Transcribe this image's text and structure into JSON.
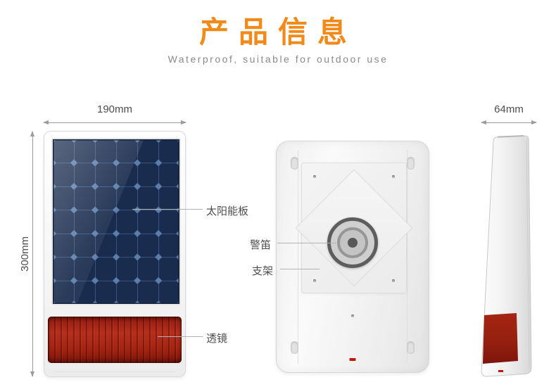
{
  "header": {
    "title": "产品信息",
    "subtitle": "Waterproof, suitable for outdoor use"
  },
  "dimensions": {
    "width": "190mm",
    "height": "300mm",
    "depth": "64mm"
  },
  "callouts": {
    "solar_panel": "太阳能板",
    "siren": "警笛",
    "bracket": "支架",
    "lens": "透镜"
  },
  "colors": {
    "accent_orange": "#f28a1a",
    "solar_panel_navy": "#1a2c4e",
    "lens_red": "#a32413",
    "label_gray": "#4e4e4e"
  }
}
